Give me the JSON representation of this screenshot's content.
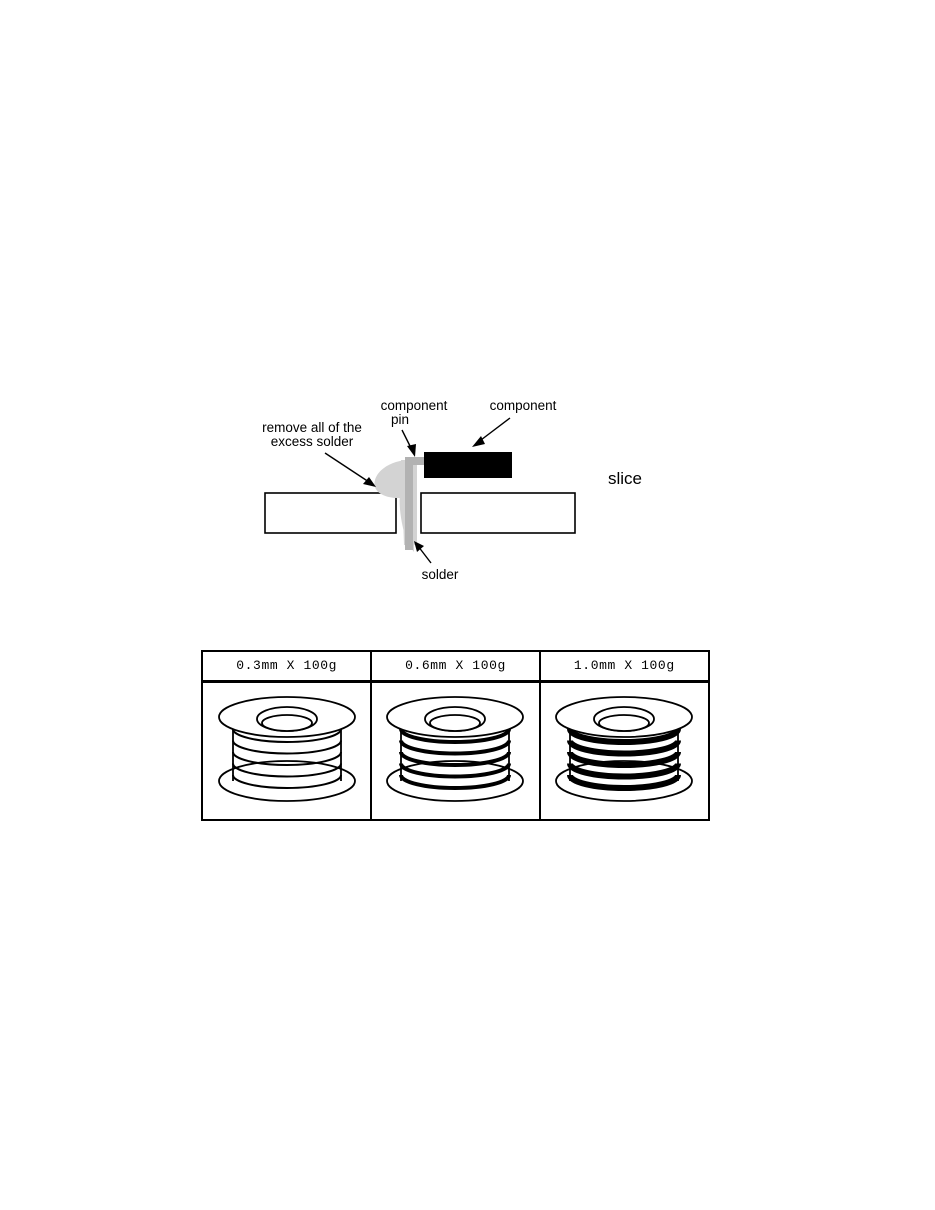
{
  "figure_solder": {
    "name": "solder-joint-cross-section",
    "labels": {
      "remove_excess_line1": "remove all of the",
      "remove_excess_line2": "excess solder",
      "component_pin_line1": "component",
      "component_pin_line2": "pin",
      "component": "component",
      "solder": "solder",
      "slice": "slice"
    },
    "colors": {
      "component_body": "#000000",
      "solder_blob": "#d3d3d3",
      "component_pin": "#b2b2b2",
      "board_fill": "#ffffff",
      "outline": "#000000"
    }
  },
  "spool_table": {
    "name": "solder-spool-size-table",
    "columns": [
      {
        "header": "0.3mm X 100g",
        "winding_thickness": 2.0,
        "coils": 5
      },
      {
        "header": "0.6mm X 100g",
        "winding_thickness": 4.0,
        "coils": 5
      },
      {
        "header": "1.0mm X 100g",
        "winding_thickness": 6.0,
        "coils": 5
      }
    ]
  }
}
